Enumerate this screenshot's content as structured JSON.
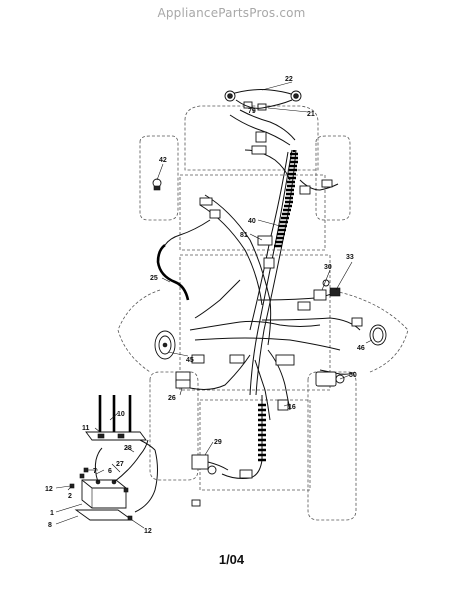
{
  "watermark": "AppliancePartsPros.com",
  "footer": "1/04",
  "callouts": {
    "c22": "22",
    "c79": "79",
    "c21": "21",
    "c42": "42",
    "c40": "40",
    "c81": "81",
    "c33": "33",
    "c30": "30",
    "c25": "25",
    "c46": "46",
    "c45": "45",
    "c50": "50",
    "c26": "26",
    "c16": "16",
    "c10": "10",
    "c11": "11",
    "c28": "28",
    "c29": "29",
    "c27": "27",
    "c6": "6",
    "c7": "7",
    "c2": "2",
    "c12a": "12",
    "c12b": "12",
    "c1": "1",
    "c8": "8"
  }
}
